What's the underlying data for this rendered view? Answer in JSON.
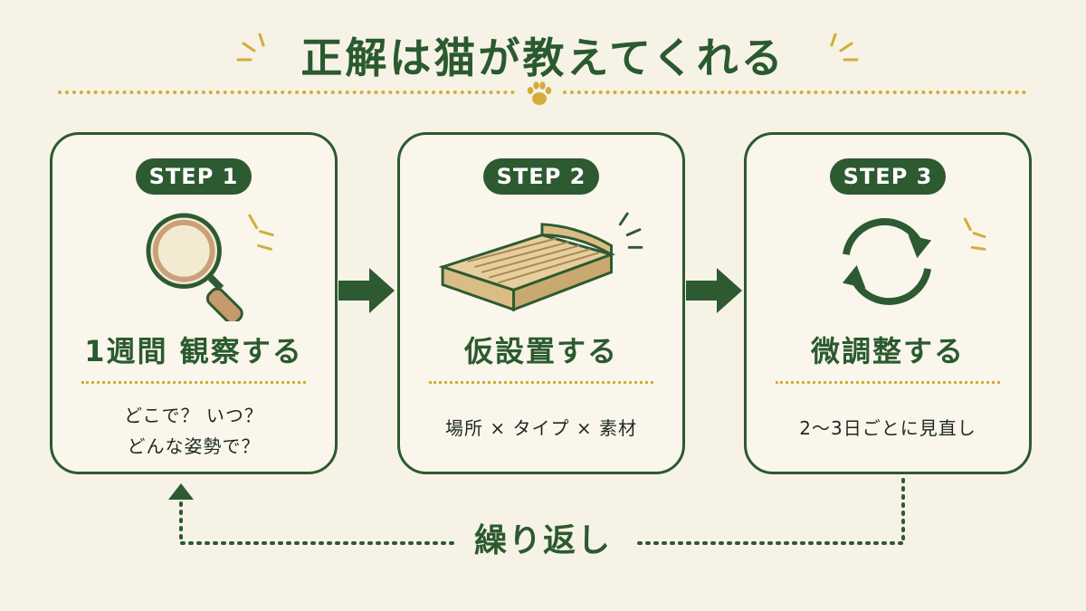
{
  "title": "正解は猫が教えてくれる",
  "steps": [
    {
      "badge": "STEP 1",
      "heading": "1週間 観察する",
      "lines": [
        "どこで？ いつ？",
        "どんな姿勢で？"
      ],
      "icon": "magnifier-icon"
    },
    {
      "badge": "STEP 2",
      "heading": "仮設置する",
      "lines": [
        "場所 × タイプ × 素材"
      ],
      "icon": "scratcher-bed-icon"
    },
    {
      "badge": "STEP 3",
      "heading": "微調整する",
      "lines": [
        "2〜3日ごとに見直し"
      ],
      "icon": "cycle-icon"
    }
  ],
  "loop_label": "繰り返し",
  "colors": {
    "primary_green": "#2d5a31",
    "accent_gold": "#d2ad3a",
    "background": "#f7f2e6"
  }
}
